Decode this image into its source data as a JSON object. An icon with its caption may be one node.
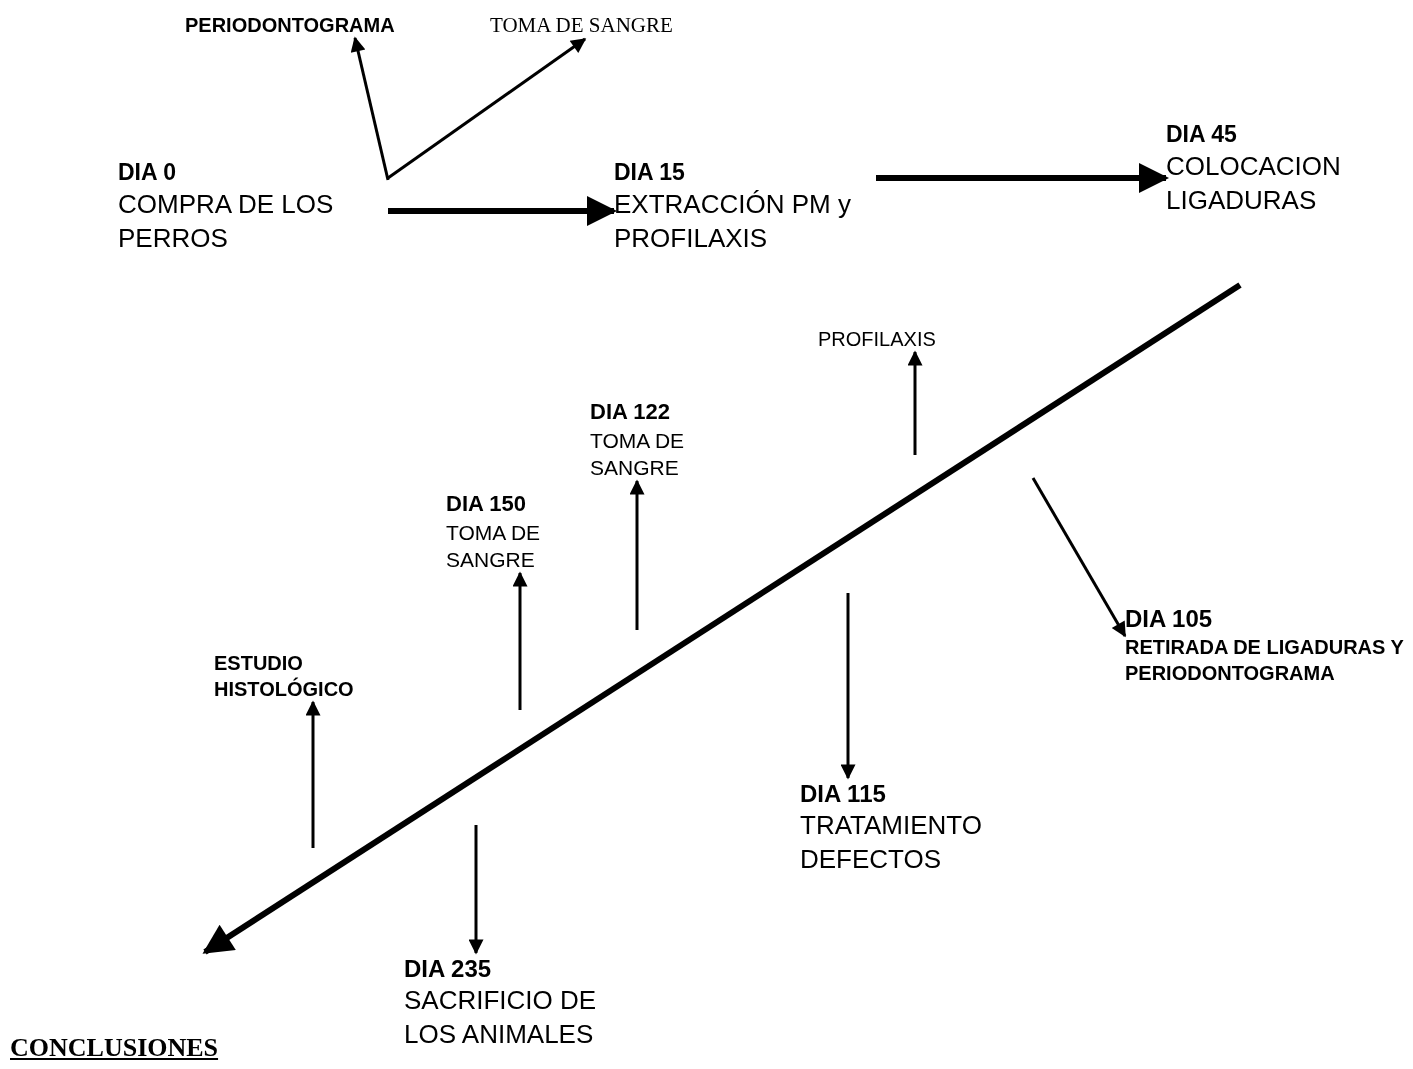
{
  "diagram": {
    "nodes": [
      {
        "text": [
          "DIA 0",
          "COMPRA DE LOS PERROS"
        ]
      },
      {
        "text": [
          "PERIODONTOGRAMA"
        ]
      },
      {
        "text": [
          "TOMA DE SANGRE"
        ]
      },
      {
        "text": [
          "DIA 15",
          "EXTRACCIÓN PM y PROFILAXIS"
        ]
      },
      {
        "text": [
          "DIA 45",
          "COLOCACION LIGADURAS"
        ]
      },
      {
        "text": [
          "PROFILAXIS"
        ]
      },
      {
        "text": [
          "DIA 122",
          "TOMA DE SANGRE"
        ]
      },
      {
        "text": [
          "DIA 150",
          "TOMA DE SANGRE"
        ]
      },
      {
        "text": [
          "ESTUDIO HISTOLÓGICO"
        ]
      },
      {
        "text": [
          "DIA 105",
          "RETIRADA DE LIGADURAS Y PERIODONTOGRAMA"
        ]
      },
      {
        "text": [
          "DIA 115",
          "TRATAMIENTO DEFECTOS"
        ]
      },
      {
        "text": [
          "DIA 235",
          "SACRIFICIO DE LOS ANIMALES"
        ]
      }
    ],
    "edges": [
      {
        "from": 0,
        "to": 3,
        "arrow": "to",
        "style": "thick"
      },
      {
        "from": 3,
        "to": 4,
        "arrow": "to",
        "style": "thick"
      },
      {
        "from": 0,
        "to": 1,
        "arrow": "to"
      },
      {
        "from": 0,
        "to": 2,
        "arrow": "to"
      },
      {
        "from": null,
        "to": 5,
        "arrow": "to"
      },
      {
        "from": null,
        "to": 6,
        "arrow": "to"
      },
      {
        "from": null,
        "to": 7,
        "arrow": "to"
      },
      {
        "from": null,
        "to": 8,
        "arrow": "to"
      },
      {
        "from": null,
        "to": 9,
        "arrow": "to"
      },
      {
        "from": null,
        "to": 10,
        "arrow": "to"
      },
      {
        "from": null,
        "to": 11,
        "arrow": "to"
      }
    ],
    "labels": [
      "CONCLUSIONES"
    ]
  }
}
